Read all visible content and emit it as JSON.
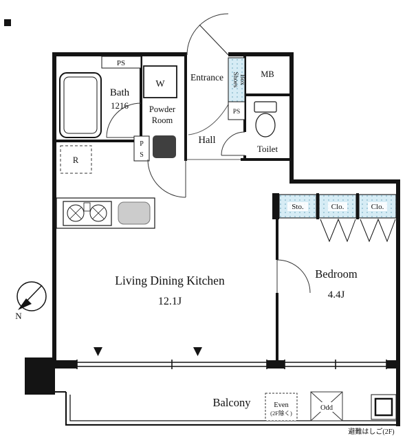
{
  "floor_plan": {
    "rooms": {
      "ldk": {
        "label": "Living Dining Kitchen",
        "size": "12.1J"
      },
      "bedroom": {
        "label": "Bedroom",
        "size": "4.4J"
      },
      "bath": {
        "label": "Bath",
        "size": "1216"
      },
      "powder": {
        "line1": "Powder",
        "line2": "Room"
      },
      "entrance": {
        "label": "Entrance"
      },
      "hall": {
        "label": "Hall"
      },
      "toilet": {
        "label": "Toilet"
      },
      "balcony": {
        "label": "Balcony"
      }
    },
    "storage": {
      "shoes_box": {
        "line1": "Shoes",
        "line2": "Box"
      },
      "sto": "Sto.",
      "closet1": "Clo.",
      "closet2": "Clo."
    },
    "utility": {
      "ps_top": "PS",
      "ps_hall": "PS",
      "ps_powder_p": "P",
      "ps_powder_s": "S",
      "meter_box": "MB",
      "washer": "W",
      "fridge": "R"
    },
    "balcony_items": {
      "even_line1": "Even",
      "even_line2": "(2F除く)",
      "odd": "Odd",
      "evacuation": "避難はしご(2F)"
    },
    "compass": {
      "north": "N"
    },
    "colors": {
      "accent_blue": "#d6ecf5",
      "wall": "#141414",
      "sink_grey": "#cccccc"
    }
  }
}
